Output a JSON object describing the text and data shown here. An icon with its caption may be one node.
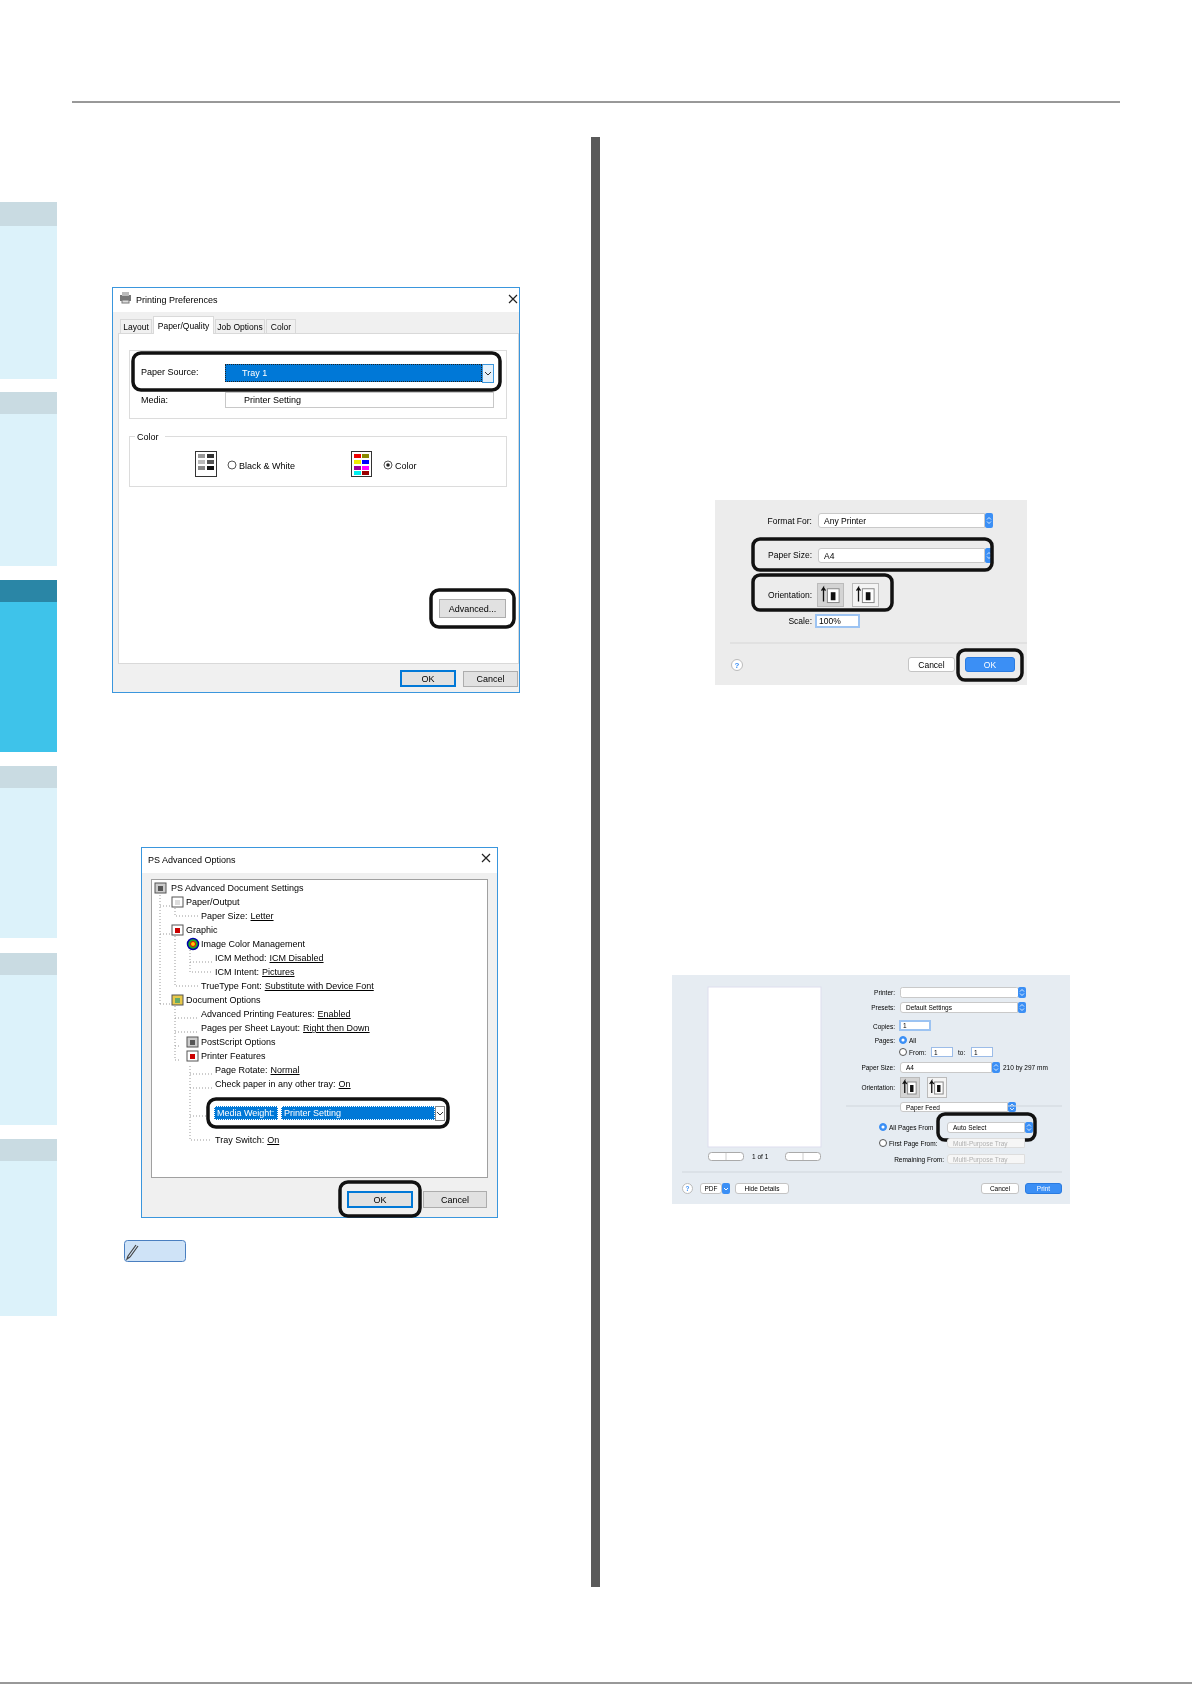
{
  "diagram": {
    "labels": [
      "Printing Preferences",
      "Layout",
      "Paper/Quality",
      "Job Options",
      "Color",
      "Paper Source:",
      "Tray 1",
      "Media:",
      "Printer Setting",
      "Color",
      "Black & White",
      "Color",
      "Advanced...",
      "OK",
      "Cancel",
      "PS Advanced Options",
      "PS Advanced Document Settings",
      "Paper/Output",
      "Paper Size:",
      "Letter",
      "Graphic",
      "Image Color Management",
      "ICM Method:",
      "ICM Disabled",
      "ICM Intent:",
      "Pictures",
      "TrueType Font:",
      "Substitute with Device Font",
      "Document Options",
      "Advanced Printing Features:",
      "Enabled",
      "Pages per Sheet Layout:",
      "Right then Down",
      "PostScript Options",
      "Printer Features",
      "Page Rotate:",
      "Normal",
      "Check paper in any other tray:",
      "On",
      "Media Weight:",
      "Printer Setting",
      "Tray Switch:",
      "On",
      "OK",
      "Cancel",
      "Format For:",
      "Any Printer",
      "Paper Size:",
      "A4",
      "Orientation:",
      "Scale:",
      "100%",
      "?",
      "Cancel",
      "OK",
      "Printer:",
      "Presets:",
      "Default Settings",
      "Copies:",
      "1",
      "Pages:",
      "All",
      "From:",
      "1",
      "to:",
      "1",
      "Paper Size:",
      "A4",
      "210 by 297 mm",
      "Orientation:",
      "Paper Feed",
      "All Pages From",
      "Auto Select",
      "First Page From:",
      "Multi-Purpose Tray",
      "Remaining From:",
      "Multi-Purpose Tray",
      "1 of 1",
      "?",
      "PDF",
      "Hide Details",
      "Cancel",
      "Print"
    ]
  }
}
